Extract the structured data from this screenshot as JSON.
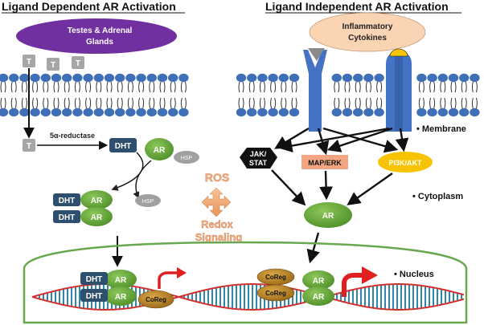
{
  "left_title": "Ligand Dependent AR Activation",
  "right_title": "Ligand Independent AR Activation",
  "glands_line1": "Testes & Adrenal",
  "glands_line2": "Glands",
  "cytokines_line1": "Inflammatory",
  "cytokines_line2": "Cytokines",
  "t_label": "T",
  "reductase_label": "5α-reductase",
  "dht_label": "DHT",
  "ar_label": "AR",
  "hsp_label": "HSP",
  "ros_label": "ROS",
  "redox_line1": "Redox",
  "redox_line2": "Signaling",
  "jak_line1": "JAK/",
  "jak_line2": "STAT",
  "map_label": "MAP/ERK",
  "pi3k_label": "PI3K/AKT",
  "coreg_label": "CoReg",
  "membrane_label": "•  Membrane",
  "cytoplasm_label": "•  Cytoplasm",
  "nucleus_label": "•  Nucleus",
  "colors": {
    "title_underline": "#222222",
    "glands_fill": "#7030a0",
    "cytokine_fill": "#fbd4b4",
    "lipid_head": "#3f6fb6",
    "receptor": "#4472c4",
    "ar_green": "#6aaa3a",
    "dht_dark": "#2f4f6f",
    "t_gray": "#a6a6a6",
    "hsp_gray": "#a0a0a0",
    "jak_black": "#111111",
    "map_salmon": "#f4a582",
    "pi3k_yellow": "#f6c400",
    "coreg_brown": "#c08a2a",
    "nucleus_border": "#6aa84f",
    "ros_orange": "#f4b183",
    "redox_orange": "#f4b183",
    "dna_red": "#d0312d",
    "dna_teal": "#2e86ab",
    "arrow_red": "#e02020"
  }
}
